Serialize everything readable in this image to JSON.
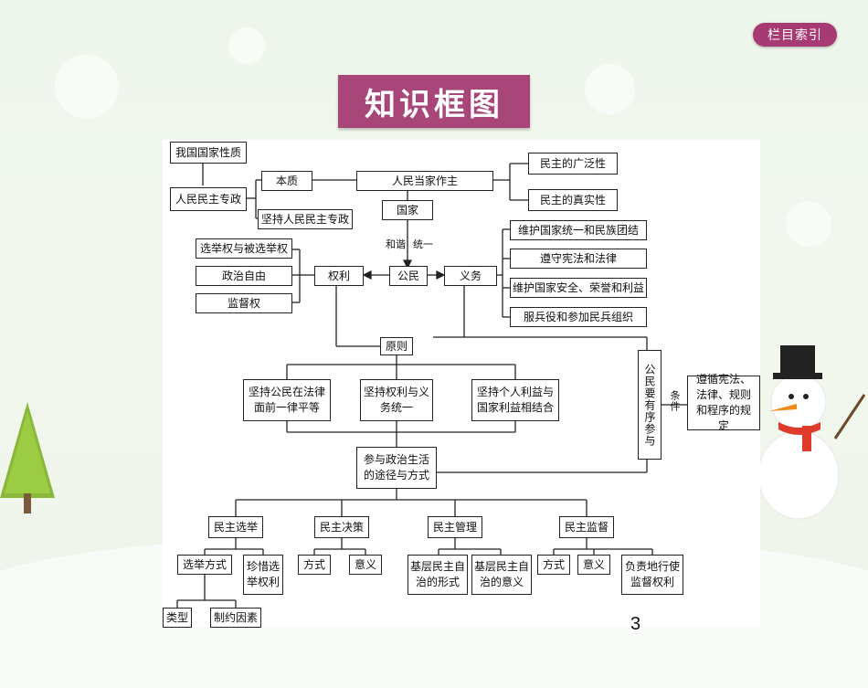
{
  "nav": {
    "index_label": "栏目索引"
  },
  "title": "知识框图",
  "page_number": "3",
  "diagram": {
    "nature": "我国国家性质",
    "dictatorship": "人民民主专政",
    "essence": "本质",
    "uphold_dictatorship": "坚持人民民主专政",
    "people_master": "人民当家作主",
    "breadth": "民主的广泛性",
    "authenticity": "民主的真实性",
    "state": "国家",
    "harmony_label": "和谐",
    "unity_label": "统一",
    "citizen": "公民",
    "rights": "权利",
    "duties": "义务",
    "rights_items": [
      "选举权与被选举权",
      "政治自由",
      "监督权"
    ],
    "duty_items": [
      "维护国家统一和民族团结",
      "遵守宪法和法律",
      "维护国家安全、荣誉和利益",
      "服兵役和参加民兵组织"
    ],
    "principle": "原则",
    "principles": [
      "坚持公民在法律面前一律平等",
      "坚持权利与义务统一",
      "坚持个人利益与国家利益相结合"
    ],
    "orderly": "公民要有序参与",
    "condition_label": "条件",
    "condition": "遵循宪法、法律、规则和程序的规定",
    "ways": "参与政治生活的途径与方式",
    "branches": [
      "民主选举",
      "民主决策",
      "民主管理",
      "民主监督"
    ],
    "election_sub": [
      "选举方式",
      "珍惜选举权利"
    ],
    "election_sub2": [
      "类型",
      "制约因素"
    ],
    "decision_sub": [
      "方式",
      "意义"
    ],
    "management_sub": [
      "基层民主自治的形式",
      "基层民主自治的意义"
    ],
    "supervision_sub": [
      "方式",
      "意义",
      "负责地行使监督权利"
    ]
  }
}
